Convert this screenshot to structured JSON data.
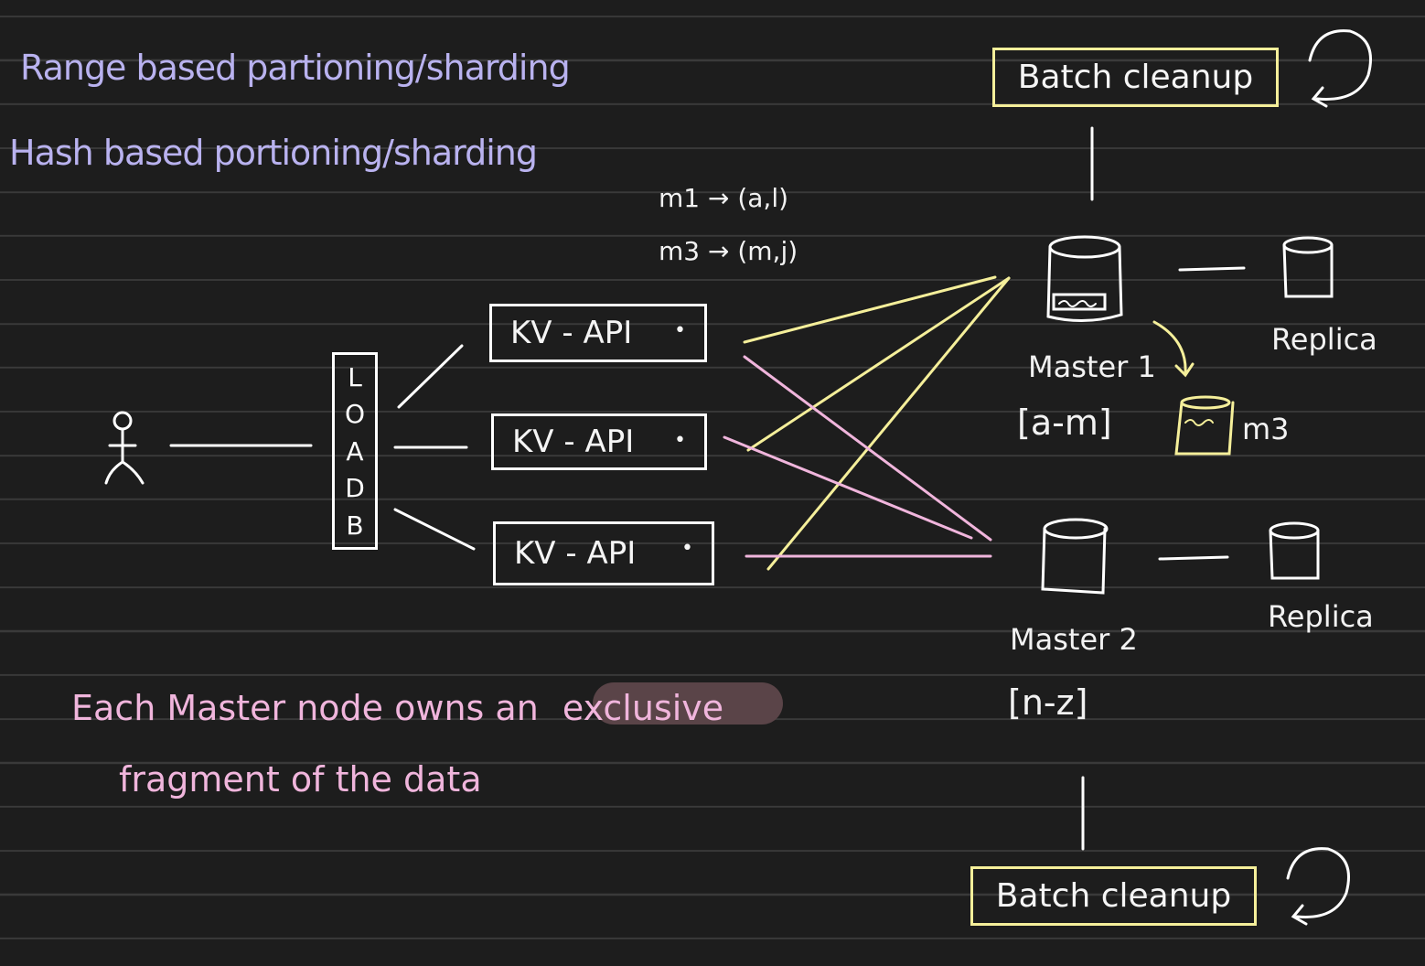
{
  "notes": {
    "range": "Range based partioning/sharding",
    "hash": "Hash based portioning/sharding",
    "map1": "m1 → (a,l)",
    "map3": "m3 → (m,j)",
    "exclusive_pre": "Each Master node owns an",
    "exclusive_word": "exclusive",
    "exclusive_post": "fragment of the data"
  },
  "load_balancer": [
    "L",
    "O",
    "A",
    "D",
    "B"
  ],
  "api_nodes": [
    "KV - API",
    "KV - API",
    "KV - API"
  ],
  "api_dot": "•",
  "masters": [
    {
      "label": "Master 1",
      "range": "[a-m]"
    },
    {
      "label": "Master 2",
      "range": "[n-z]"
    }
  ],
  "replica_label": "Replica",
  "migrating_shard": "m3",
  "batch_cleanup": "Batch cleanup",
  "colors": {
    "background": "#1d1d1d",
    "ruled_line": "#3a3a3a",
    "ink_white": "#f5f5f5",
    "ink_yellow": "#f5ef9a",
    "ink_pink": "#f0b5dc",
    "ink_purple": "#b9b2ef",
    "highlight": "#5a4448"
  }
}
